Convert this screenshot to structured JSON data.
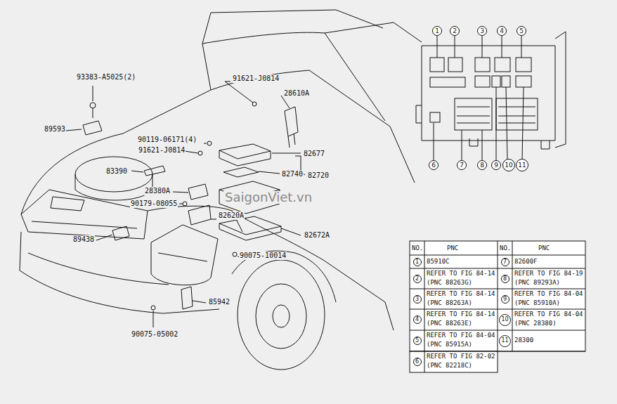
{
  "diagram": {
    "labels": [
      "93383-A5025(2)",
      "89593",
      "91621-J0814",
      "28610A",
      "90119-06171(4)",
      "91621-J0814",
      "82677",
      "83390",
      "82740",
      "82720",
      "28380A",
      "90179-08055",
      "82620A",
      "89438",
      "82672A",
      "90075-10014",
      "85942",
      "90075-05002",
      "SaigonViet.vn",
      "1",
      "2",
      "3",
      "4",
      "5",
      "6",
      "7",
      "8",
      "9",
      "10",
      "11",
      "NO.",
      "PNC",
      "NO.",
      "PNC",
      "1",
      "85910C",
      "7",
      "82600F",
      "2",
      "REFER TO FIG 84-14",
      "(PNC 88263G)",
      "8",
      "REFER TO FIG 84-19",
      "(PNC 89293A)",
      "3",
      "REFER TO FIG 84-14",
      "(PNC 88263A)",
      "9",
      "REFER TO FIG 84-04",
      "(PNC 85910A)",
      "4",
      "REFER TO FIG 84-14",
      "(PNC 88263E)",
      "10",
      "REFER TO FIG 84-04",
      "(PNC 28380)",
      "5",
      "REFER TO FIG 84-04",
      "(PNC 85915A)",
      "11",
      "28300",
      "6",
      "REFER TO FIG 82-02",
      "(PNC 82218C)"
    ]
  }
}
